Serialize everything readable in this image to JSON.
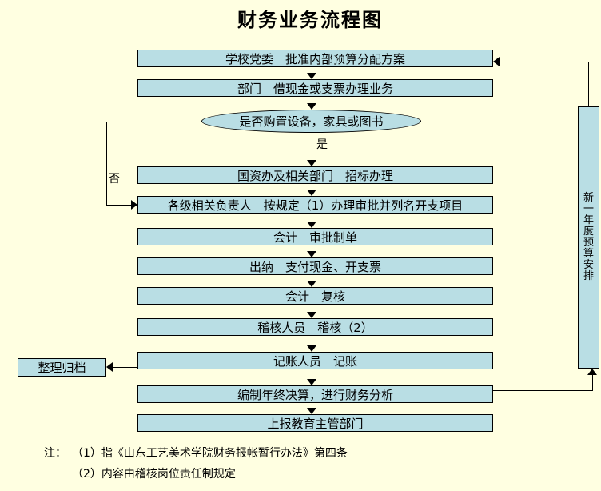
{
  "title": "财务业务流程图",
  "colors": {
    "background": "#FFFFE1",
    "node_fill": "#B9DEE4",
    "line": "#000000"
  },
  "flow": {
    "steps": [
      {
        "label": "学校党委　批准内部预算分配方案"
      },
      {
        "label": "部门　借现金或支票办理业务"
      },
      {
        "label": "国资办及相关部门　招标办理"
      },
      {
        "label": "各级相关负责人　按规定（1）办理审批并列名开支项目"
      },
      {
        "label": "会计　审批制单"
      },
      {
        "label": "出纳　支付现金、开支票"
      },
      {
        "label": "会计　复核"
      },
      {
        "label": "稽核人员　稽核（2）"
      },
      {
        "label": "记账人员　记账"
      },
      {
        "label": "编制年终决算，进行财务分析"
      },
      {
        "label": "上报教育主管部门"
      }
    ],
    "decision": {
      "label": "是否购置设备，家具或图书",
      "yes_label": "是",
      "no_label": "否"
    },
    "archive": {
      "label": "整理归档"
    },
    "new_year_budget": {
      "label": "新一年度预算安排"
    }
  },
  "notes": {
    "prefix": "注：",
    "items": [
      "（1）指《山东工艺美术学院财务报帐暂行办法》第四条",
      "（2）内容由稽核岗位责任制规定"
    ]
  }
}
